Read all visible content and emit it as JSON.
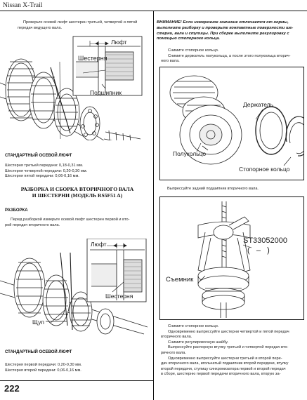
{
  "header": {
    "brand": "Nissan X-Trail"
  },
  "left": {
    "intro": [
      "Проверьте осевой люфт шестерен третьей, четвертой и пятой",
      "передач ведущего вала."
    ],
    "fig1": {
      "label_luft": "Люфт",
      "label_gear": "Шестерня",
      "label_bearing": "Подшипник"
    },
    "section1_title": "СТАНДАРТНЫЙ ОСЕВОЙ ЛЮФТ",
    "section1_items": [
      "Шестерня третьей передачи: 0,18-0,31 мм.",
      "Шестерня четвертой передачи: 0,20-0,30 мм.",
      "Шестерня пятой передачи: 0,06-0,16 мм."
    ],
    "main_heading": [
      "РАЗБОРКА И СБОРКА ВТОРИЧНОГО ВАЛА",
      "И ШЕСТЕРНИ (МОДЕЛЬ RS5F51 A)"
    ],
    "sub_heading": "РАЗБОРКА",
    "para": [
      "Перед разборкой измерьте осевой люфт шестерен первой и вто-",
      "рой передач вторичного вала."
    ],
    "fig2": {
      "label_luft": "Люфт",
      "label_gear": "Шестерня",
      "label_probe": "Щуп"
    },
    "section2_title": "СТАНДАРТНЫЙ ОСЕВОЙ ЛЮФТ",
    "section2_items": [
      "Шестерня первой передачи: 0,20-0,30 мм.",
      "Шестерня второй передачи: 0,06-0,16 мм."
    ],
    "page_number": "222"
  },
  "right": {
    "warning": [
      "ВНИМАНИЕ! Если измеренное значение отличается от нормы,",
      "выполните разборку и проверьте контактные поверхности ше-",
      "стерни, вала и ступицы. При сборке выполните регулировку с",
      "помощью стопорного кольца."
    ],
    "steps_a": [
      "Снимите стопорное кольцо.",
      "Снимите держатель полукольца, а после этого полукольца вторич-",
      "ного вала."
    ],
    "fig3": {
      "label_holder": "Держатель",
      "label_halfring": "Полукольцо",
      "label_snapring": "Стопорное кольцо"
    },
    "step_b": "Выпрессуйте задний подшипник вторичного вала.",
    "fig4": {
      "tool_code": "ST33052000",
      "tool_paren": "(   –   )",
      "label_puller": "Съемник"
    },
    "steps_c": [
      "Снимите стопорное кольцо.",
      "Одновременно выпрессуйте шестерни четвертой и пятой передач",
      "вторичного вала.",
      "Снимите регулировочную шайбу.",
      "Выпрессуйте распорную втулку третьей и четвертой передач вто-",
      "ричного вала.",
      "Одновременно выпрессуйте шестерни третьей и второй пере-",
      "дач вторичного вала, игольчатый подшипник второй передачи, втулку",
      "второй передачи, ступицу синхронизатора первой и второй передач",
      "в сборе, шестерню первой передачи вторичного вала, вторую за-"
    ]
  }
}
